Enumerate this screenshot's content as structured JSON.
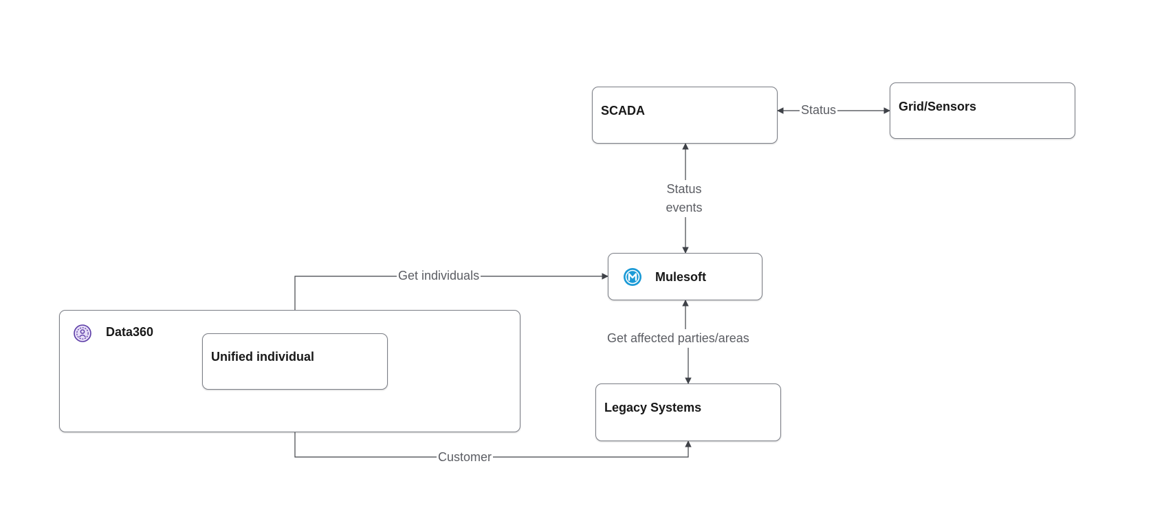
{
  "nodes": {
    "data360": {
      "label": "Data360",
      "icon": "data360-icon"
    },
    "unified_individual": {
      "label": "Unified individual"
    },
    "scada": {
      "label": "SCADA"
    },
    "grid_sensors": {
      "label": "Grid/Sensors"
    },
    "mulesoft": {
      "label": "Mulesoft",
      "icon": "mulesoft-icon"
    },
    "legacy_systems": {
      "label": "Legacy Systems"
    }
  },
  "edges": {
    "status": "Status",
    "status_events_line1": "Status",
    "status_events_line2": "events",
    "get_individuals": "Get individuals",
    "get_affected": "Get affected parties/areas",
    "customer": "Customer"
  },
  "colors": {
    "line": "#3f4248",
    "border": "#7a7d85",
    "mulesoft_blue": "#1b9ad6",
    "data360_purple": "#5a3aa5"
  }
}
